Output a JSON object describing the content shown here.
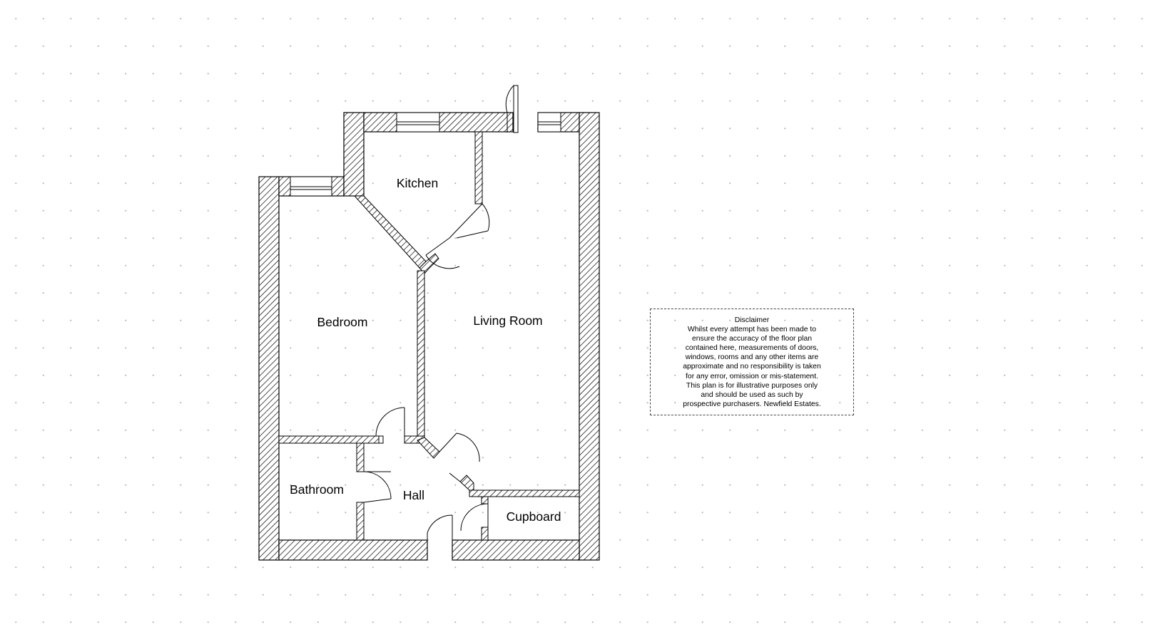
{
  "rooms": {
    "kitchen": "Kitchen",
    "bedroom": "Bedroom",
    "living_room": "Living Room",
    "bathroom": "Bathroom",
    "hall": "Hall",
    "cupboard": "Cupboard"
  },
  "disclaimer": {
    "title": "Disclaimer",
    "lines": [
      "Whilst every attempt has been made to",
      "ensure the accuracy of the floor plan",
      "contained here, measurements of doors,",
      "windows, rooms and any other items are",
      "approximate and no responsibility is taken",
      "for any error, omission or mis-statement.",
      "This plan is for illustrative purposes only",
      "and should be used as such by",
      "prospective purchasers. Newfield Estates."
    ]
  }
}
